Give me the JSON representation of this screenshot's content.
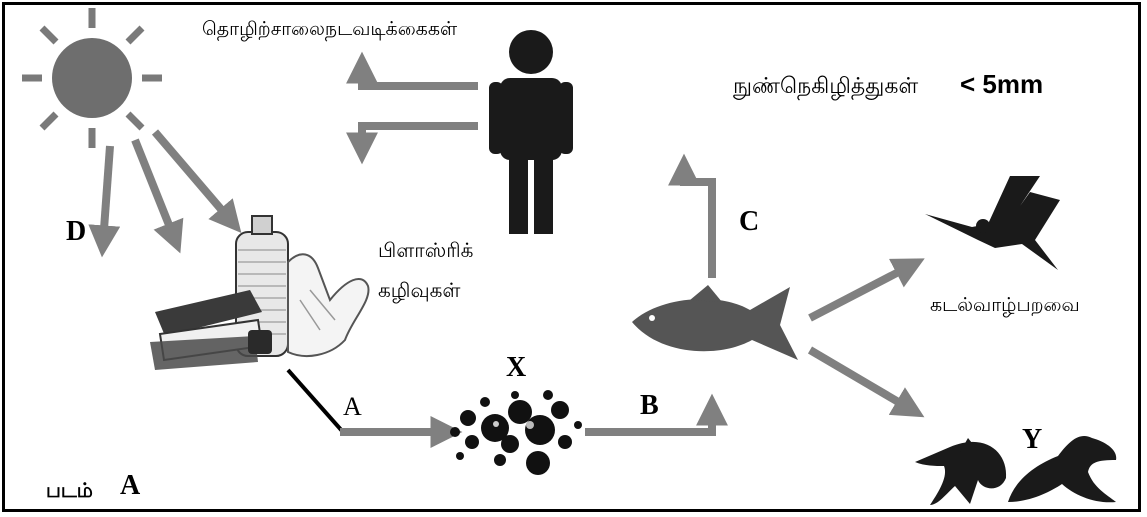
{
  "labels": {
    "industrial_activities": "தொழிற்சாலைநடவடிக்கைகள்",
    "microplastics": "நுண்நெகிழித்துகள்",
    "size_limit": "< 5mm",
    "plastic_waste_line1": "பிளாஸ்ரிக்",
    "plastic_waste_line2": "கழிவுகள்",
    "seabird": "கடல்வாழ்பறவை",
    "figure_prefix": "படம்",
    "figure_letter": "A",
    "letter_A": "A",
    "letter_B": "B",
    "letter_C": "C",
    "letter_D": "D",
    "letter_X": "X",
    "letter_Y": "Y"
  },
  "icons": [
    "sun-icon",
    "person-icon",
    "plastic-bottles-icon",
    "plastic-bag-icon",
    "microplastic-particles-icon",
    "fish-icon",
    "seabird-icon",
    "dolphin-icon",
    "seal-icon"
  ],
  "colors": {
    "arrow": "#808080",
    "figure": "#1a1a1a",
    "sun": "#6e6e6e"
  }
}
